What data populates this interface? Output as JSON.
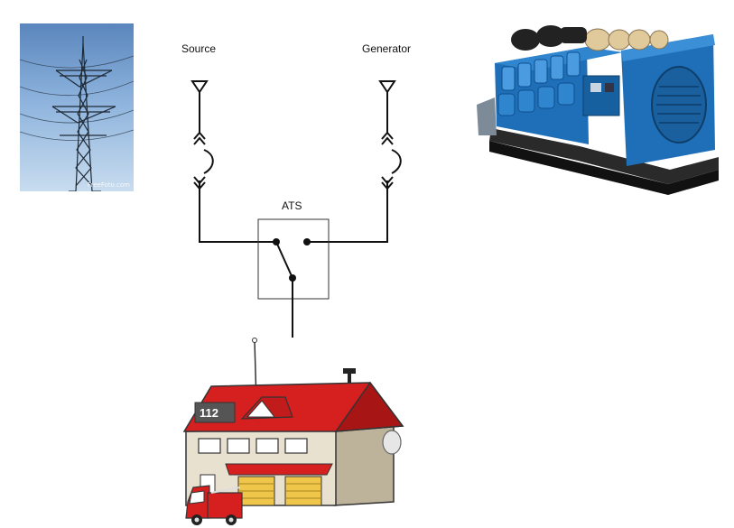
{
  "diagram": {
    "source_label": "Source",
    "generator_label": "Generator",
    "ats_label": "ATS"
  },
  "photos": {
    "tower_watermark": "FreeFoto.com",
    "firehouse_sign": "112"
  },
  "colors": {
    "line": "#111111",
    "sky": "#7aa6d6",
    "generator_blue": "#1f6fb8",
    "roof_red": "#d62020",
    "wall": "#e9e1cf"
  },
  "icons": [
    "transmission-tower-icon",
    "diesel-generator-icon",
    "fire-station-icon",
    "fire-truck-icon"
  ]
}
